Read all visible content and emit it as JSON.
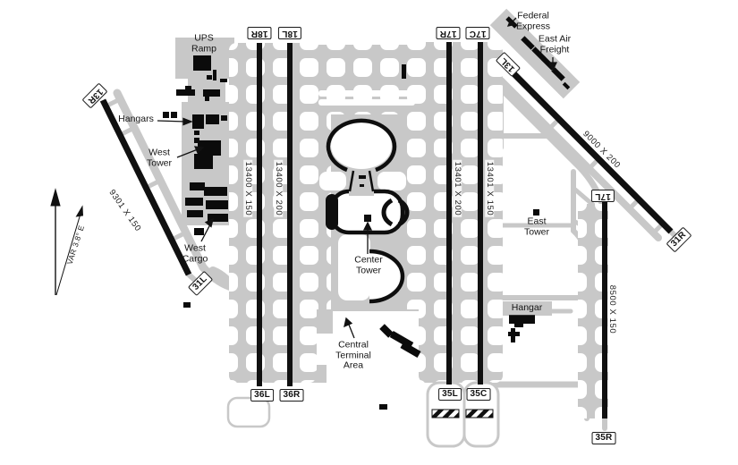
{
  "diagram_type": "airport-diagram",
  "colors": {
    "taxiway_gray": "#c8c8c8",
    "runway_black": "#101010",
    "background": "#ffffff"
  },
  "compass": {
    "variation": "VAR 3.8° E"
  },
  "runways": [
    {
      "name": "18R/36L",
      "label_top": "18R",
      "label_bottom": "36L",
      "size": "13400 X 150"
    },
    {
      "name": "18L/36R",
      "label_top": "18L",
      "label_bottom": "36R",
      "size": "13400 X 200"
    },
    {
      "name": "17R/35L",
      "label_top": "17R",
      "label_bottom": "35L",
      "size": "13401 X 200"
    },
    {
      "name": "17C/35C",
      "label_top": "17C",
      "label_bottom": "35C",
      "size": "13401 X 150"
    },
    {
      "name": "17L/35R",
      "label_top": "17L",
      "label_bottom": "35R",
      "size": "8500 X 150"
    },
    {
      "name": "13R/31L",
      "label_top": "13R",
      "label_bottom": "31L",
      "size": "9301 X 150"
    },
    {
      "name": "13L/31R",
      "label_top": "13L",
      "label_bottom": "31R",
      "size": "9000 X 200"
    }
  ],
  "facilities": {
    "ups_ramp": "UPS\nRamp",
    "hangars": "Hangars",
    "west_tower": "West\nTower",
    "west_cargo": "West\nCargo",
    "center_tower": "Center\nTower",
    "central_terminal_area": "Central\nTerminal\nArea",
    "east_tower": "East\nTower",
    "hangar": "Hangar",
    "federal_express": "Federal\nExpress",
    "east_air_freight": "East Air\nFreight"
  }
}
